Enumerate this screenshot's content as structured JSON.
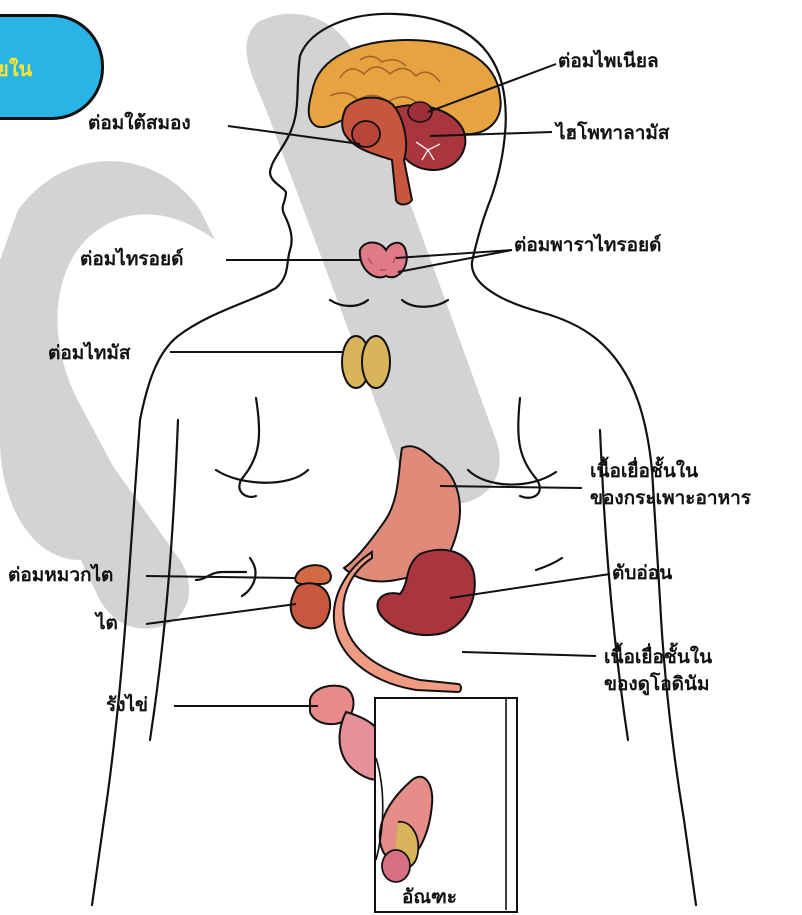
{
  "badge": {
    "text": "ยใน"
  },
  "labels": {
    "pineal": "ต่อมไพเนียล",
    "pituitary": "ต่อมใต้สมอง",
    "hypothalamus": "ไฮโพทาลามัส",
    "thyroid": "ต่อมไทรอยด์",
    "parathyroid": "ต่อมพาราไทรอยด์",
    "thymus": "ต่อมไทมัส",
    "stomach_line1": "เนื้อเยื่อชั้นใน",
    "stomach_line2": "ของกระเพาะอาหาร",
    "adrenal": "ต่อมหมวกไต",
    "pancreas": "ตับอ่อน",
    "kidney": "ไต",
    "duodenum_line1": "เนื้อเยื่อชั้นใน",
    "duodenum_line2": "ของดูโอดินัม",
    "ovary": "รังไข่",
    "testis": "อัณฑะ"
  },
  "colors": {
    "watermark": "#cfcfcf",
    "badge_fill": "#2ab4e6",
    "badge_text": "#ffe62e",
    "brain": "#e8a341",
    "organ_red": "#a9363f",
    "organ_pink": "#e08b7a",
    "thymus": "#d8b45a",
    "outline": "#111111"
  }
}
